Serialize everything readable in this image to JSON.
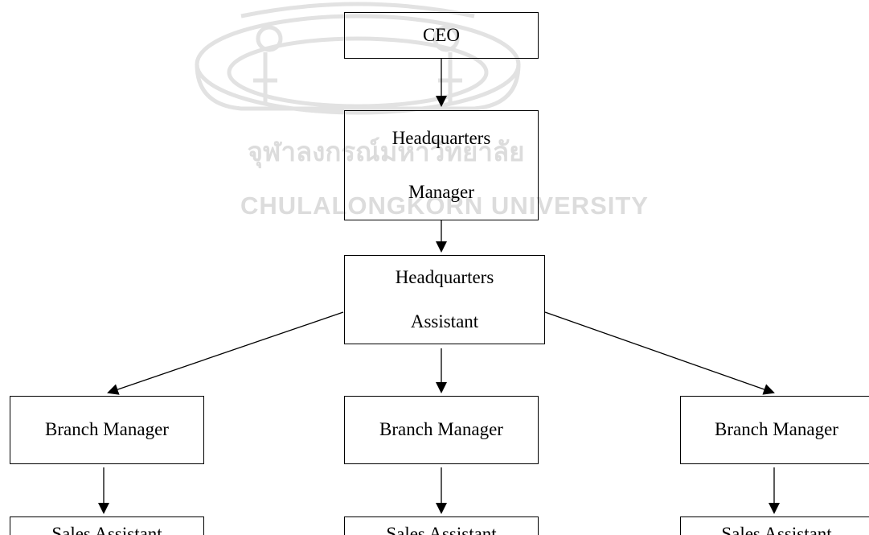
{
  "watermark": {
    "thai_text": "จุฬาลงกรณ์มหาวิทยาลัย",
    "english_text": "CHULALONGKORN UNIVERSITY"
  },
  "org_chart": {
    "ceo": "CEO",
    "hq_manager": {
      "line1": "Headquarters",
      "line2": "Manager"
    },
    "hq_assistant": {
      "line1": "Headquarters",
      "line2": "Assistant"
    },
    "branches": [
      {
        "manager": "Branch Manager",
        "assistant": "Sales Assistant"
      },
      {
        "manager": "Branch Manager",
        "assistant": "Sales Assistant"
      },
      {
        "manager": "Branch Manager",
        "assistant": "Sales Assistant"
      }
    ]
  },
  "colors": {
    "line": "#000000",
    "watermark": "#dcdcdc"
  }
}
